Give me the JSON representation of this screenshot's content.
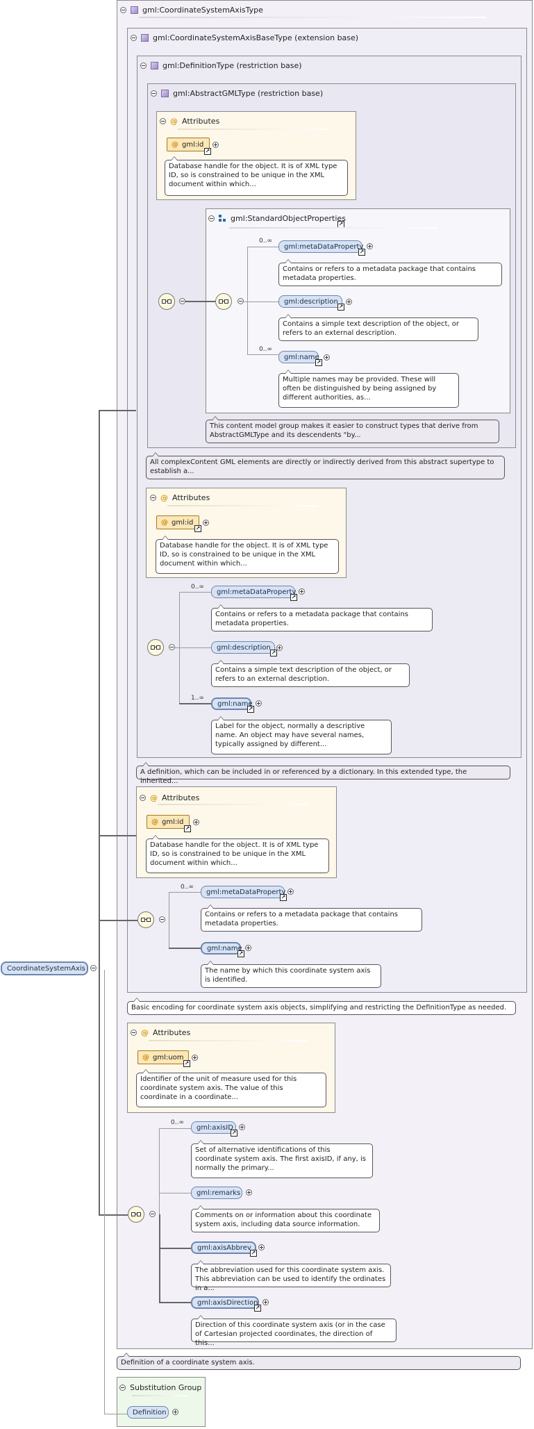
{
  "root_element": "CoordinateSystemAxis",
  "main_type": "gml:CoordinateSystemAxisType",
  "base_type": "gml:CoordinateSystemAxisBaseType (extension base)",
  "definition_type": "gml:DefinitionType (restriction base)",
  "abstract_type": "gml:AbstractGMLType (restriction base)",
  "std_props_group": "gml:StandardObjectProperties",
  "attributes_label": "Attributes",
  "attr_id": "gml:id",
  "attr_uom": "gml:uom",
  "card_0_inf": "0..∞",
  "card_1_inf": "1..∞",
  "el_metaDataProperty": "gml:metaDataProperty",
  "el_description": "gml:description",
  "el_name": "gml:name",
  "el_axisID": "gml:axisID",
  "el_remarks": "gml:remarks",
  "el_axisAbbrev": "gml:axisAbbrev",
  "el_axisDirection": "gml:axisDirection",
  "notes": {
    "id_doc": "Database handle for the object. It is of XML type ID, so is constrained to be unique in the XML document within which...",
    "metadata_doc": "Contains or refers to a metadata package that contains metadata properties.",
    "description_doc": "Contains a simple text description of the object, or refers to an external description.",
    "name_multi_doc": "Multiple names may be provided. These will often be distinguished by being assigned by different authorities, as...",
    "std_props_doc": "This content model group makes it easier to construct types that derive from AbstractGMLType and its descendents \"by...",
    "abstract_doc": "All complexContent GML elements are directly or indirectly derived from this abstract supertype to establish a...",
    "name_label_doc": "Label for the object, normally a descriptive name. An object may have several names, typically assigned by different...",
    "definition_doc": "A definition, which can be included in or referenced by a dictionary. In this extended type, the inherited...",
    "axis_name_doc": "The name by which this coordinate system axis is identified.",
    "base_doc": "Basic encoding for coordinate system axis objects, simplifying and restricting the DefinitionType as needed.",
    "uom_doc": "Identifier of the unit of measure used for this coordinate system axis. The value of this coordinate in a coordinate...",
    "axisID_doc": "Set of alternative identifications of this coordinate system axis. The first axisID, if any, is normally the primary...",
    "remarks_doc": "Comments on or information about this coordinate system axis, including data source information.",
    "axisAbbrev_doc": "The abbreviation used for this coordinate system axis. This abbreviation can be used to identify the ordinates in a...",
    "axisDirection_doc": "Direction of this coordinate system axis (or in the case of Cartesian projected coordinates, the direction of this...",
    "root_doc": "Definition of a coordinate system axis."
  },
  "substitution_group_label": "Substitution Group",
  "substitution_member": "Definition",
  "link_icon": "arrow-link-icon",
  "colors": {
    "element": "#d7e3f4",
    "attribute": "#fbe7b7",
    "type_box": "#f3f1f7",
    "note": "#ece9f1",
    "subst_group": "#eef8ea"
  }
}
